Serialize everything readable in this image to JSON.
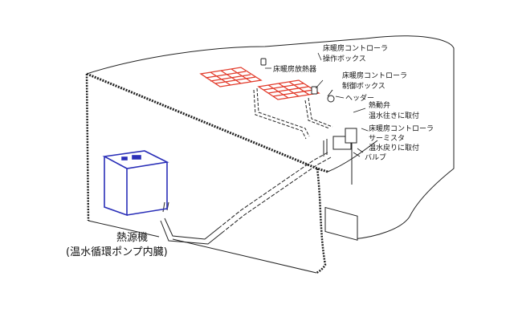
{
  "labels": {
    "floor_radiator": "床暖房放熱器",
    "controller_op_box_line1": "床暖房コントローラ",
    "controller_op_box_line2": "操作ボックス",
    "controller_ctrl_box_line1": "床暖房コントローラ",
    "controller_ctrl_box_line2": "制御ボックス",
    "header": "ヘッダー",
    "thermal_valve_line1": "熱動弁",
    "thermal_valve_line2": "温水往きに取付",
    "thermistor_line1": "床暖房コントローラ",
    "thermistor_line2": "サーミスタ",
    "thermistor_line3": "温水戻りに取付",
    "valve": "バルブ",
    "heat_source_line1": "熱源機",
    "heat_source_line2": "(温水循環ポンプ内臓)"
  },
  "colors": {
    "radiator": "#e23a2a",
    "heat_source": "#2a2fb8",
    "line": "#222222"
  }
}
